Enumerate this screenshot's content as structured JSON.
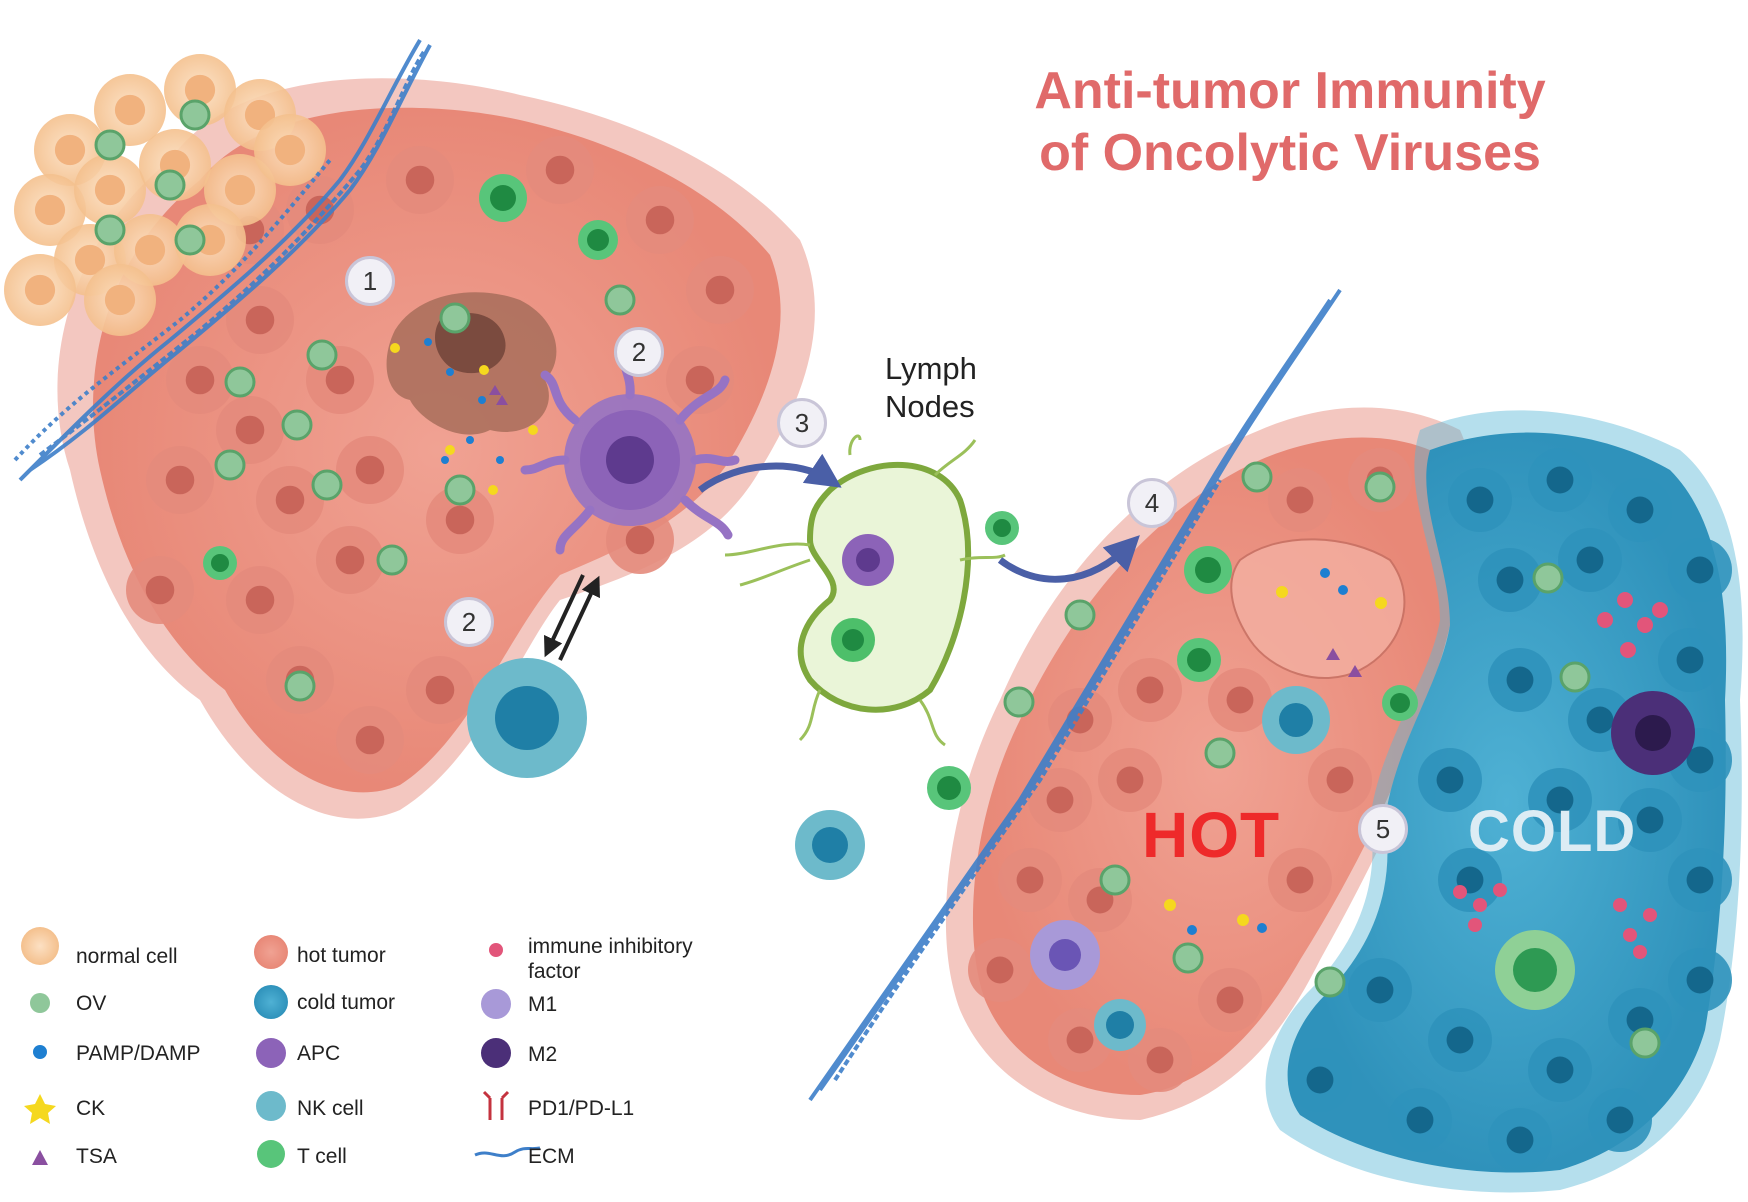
{
  "title": {
    "line1": "Anti-tumor Immunity",
    "line2": "of Oncolytic Viruses"
  },
  "steps": [
    "1",
    "2",
    "2",
    "3",
    "4",
    "5"
  ],
  "lymph_nodes_label": {
    "line1": "Lymph",
    "line2": "Nodes"
  },
  "hot_label": "HOT",
  "cold_label": "COLD",
  "legend": {
    "normal_cell": "normal cell",
    "ov": "OV",
    "pamp_damp": "PAMP/DAMP",
    "ck": "CK",
    "tsa": "TSA",
    "hot_tumor": "hot tumor",
    "cold_tumor": "cold tumor",
    "apc": "APC",
    "nk_cell": "NK cell",
    "t_cell": "T cell",
    "immune_inhibitory_factor_1": "immune inhibitory",
    "immune_inhibitory_factor_2": "factor",
    "m1": "M1",
    "m2": "M2",
    "pd1_pdl1": "PD1/PD-L1",
    "ecm": "ECM"
  },
  "colors": {
    "title": "#e06a6a",
    "normal_cell": "#f7c99a",
    "hot_tumor": "#e98b7f",
    "cold_tumor": "#3c9fc4",
    "ov": "#8fc79a",
    "pamp_damp": "#1e7fd1",
    "ck": "#f5d81e",
    "tsa": "#8a4fa0",
    "apc": "#8c63b8",
    "nk_cell": "#5aaec0",
    "t_cell": "#4dbf6a",
    "inhibitory_factor": "#e2557a",
    "m1": "#a899d8",
    "m2": "#4b2f78",
    "ecm": "#3e7fc9",
    "hot_text": "#ee2a2a",
    "cold_text": "#dcecf4"
  }
}
